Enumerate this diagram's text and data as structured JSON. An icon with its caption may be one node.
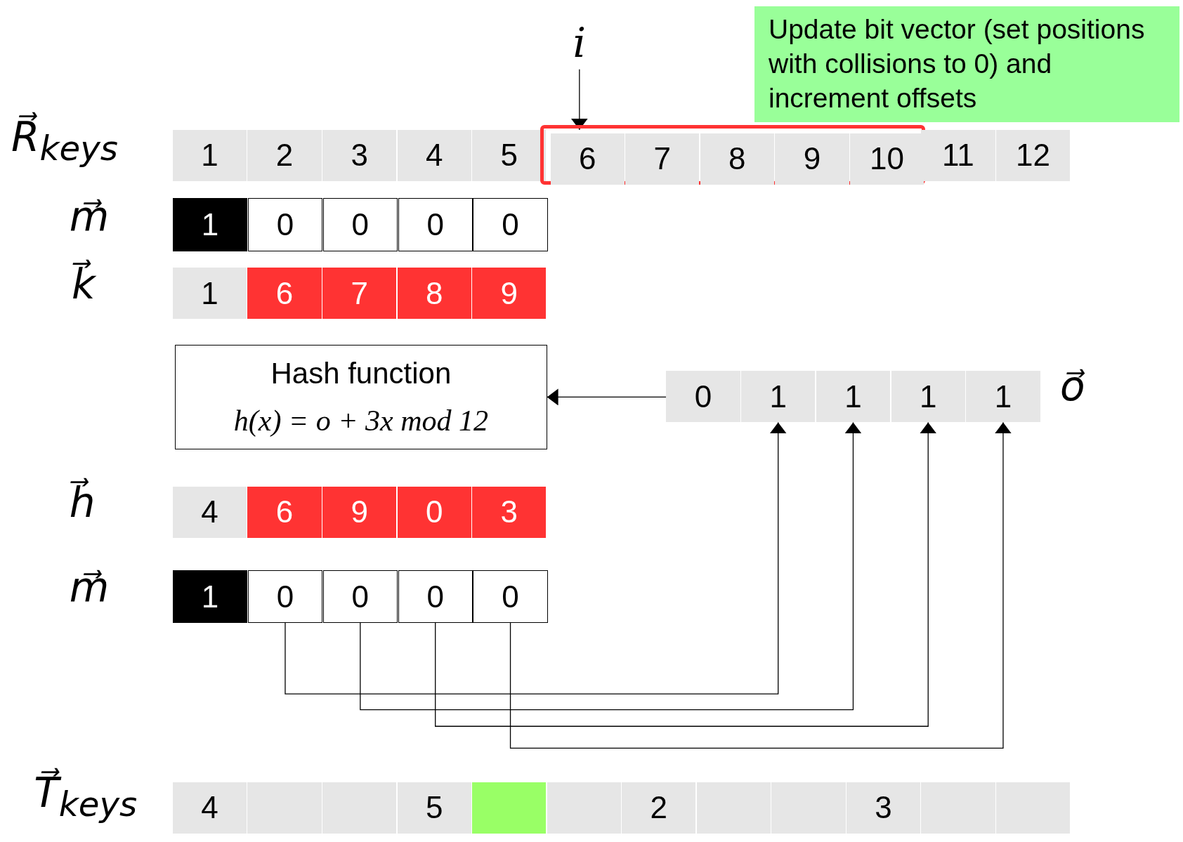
{
  "diagram": {
    "nodes": [
      {
        "text": [
          "Update bit vector (set positions with collisions to 0) and increment offsets"
        ]
      },
      {
        "text": [
          "i"
        ]
      },
      {
        "text": [
          "1"
        ]
      },
      {
        "text": [
          "2"
        ]
      },
      {
        "text": [
          "3"
        ]
      },
      {
        "text": [
          "4"
        ]
      },
      {
        "text": [
          "5"
        ]
      },
      {
        "text": [],
        "shape": "box"
      },
      {
        "text": [
          "6"
        ],
        "in": 7
      },
      {
        "text": [
          "7"
        ],
        "in": 7
      },
      {
        "text": [
          "8"
        ],
        "in": 7
      },
      {
        "text": [
          "9"
        ],
        "in": 7
      },
      {
        "text": [
          "10"
        ],
        "in": 7
      },
      {
        "text": [
          "11"
        ]
      },
      {
        "text": [
          "12"
        ]
      },
      {
        "text": [
          "1"
        ]
      },
      {
        "text": [
          "0"
        ]
      },
      {
        "text": [
          "0"
        ]
      },
      {
        "text": [
          "0"
        ]
      },
      {
        "text": [
          "0"
        ]
      },
      {
        "text": [
          "1"
        ]
      },
      {
        "text": [
          "6"
        ]
      },
      {
        "text": [
          "7"
        ]
      },
      {
        "text": [
          "8"
        ]
      },
      {
        "text": [
          "9"
        ]
      },
      {
        "text": [
          "Hash function",
          "h(x) = o + 3x mod 12"
        ]
      },
      {
        "text": [
          "0"
        ]
      },
      {
        "text": [
          "1"
        ]
      },
      {
        "text": [
          "1"
        ]
      },
      {
        "text": [
          "1"
        ]
      },
      {
        "text": [
          "1"
        ]
      },
      {
        "text": [
          "4"
        ]
      },
      {
        "text": [
          "6"
        ]
      },
      {
        "text": [
          "9"
        ]
      },
      {
        "text": [
          "0"
        ]
      },
      {
        "text": [
          "3"
        ]
      },
      {
        "text": [
          "1"
        ]
      },
      {
        "text": [
          "0"
        ]
      },
      {
        "text": [
          "0"
        ]
      },
      {
        "text": [
          "0"
        ]
      },
      {
        "text": [
          "0"
        ]
      },
      {
        "text": [
          "4"
        ]
      },
      {
        "text": [],
        "shape": "box"
      },
      {
        "text": [],
        "shape": "box"
      },
      {
        "text": [
          "5"
        ]
      },
      {
        "text": [],
        "shape": "box"
      },
      {
        "text": [],
        "shape": "box"
      },
      {
        "text": [
          "2"
        ]
      },
      {
        "text": [],
        "shape": "box"
      },
      {
        "text": [],
        "shape": "box"
      },
      {
        "text": [
          "3"
        ]
      },
      {
        "text": [],
        "shape": "box"
      },
      {
        "text": [],
        "shape": "box"
      }
    ],
    "edges": [
      {
        "from": 1,
        "to": 8,
        "arrow": "to"
      },
      {
        "from": 26,
        "to": 25,
        "arrow": "to"
      },
      {
        "from": 37,
        "to": 27,
        "arrow": "to"
      },
      {
        "from": 38,
        "to": 28,
        "arrow": "to"
      },
      {
        "from": 39,
        "to": 29,
        "arrow": "to"
      },
      {
        "from": 40,
        "to": 30,
        "arrow": "to"
      }
    ],
    "labels": [
      "R⃗$_{keys}$",
      "m⃗",
      "k⃗",
      "o⃗",
      "h⃗",
      "m⃗",
      "T⃗$_{keys}$"
    ]
  }
}
